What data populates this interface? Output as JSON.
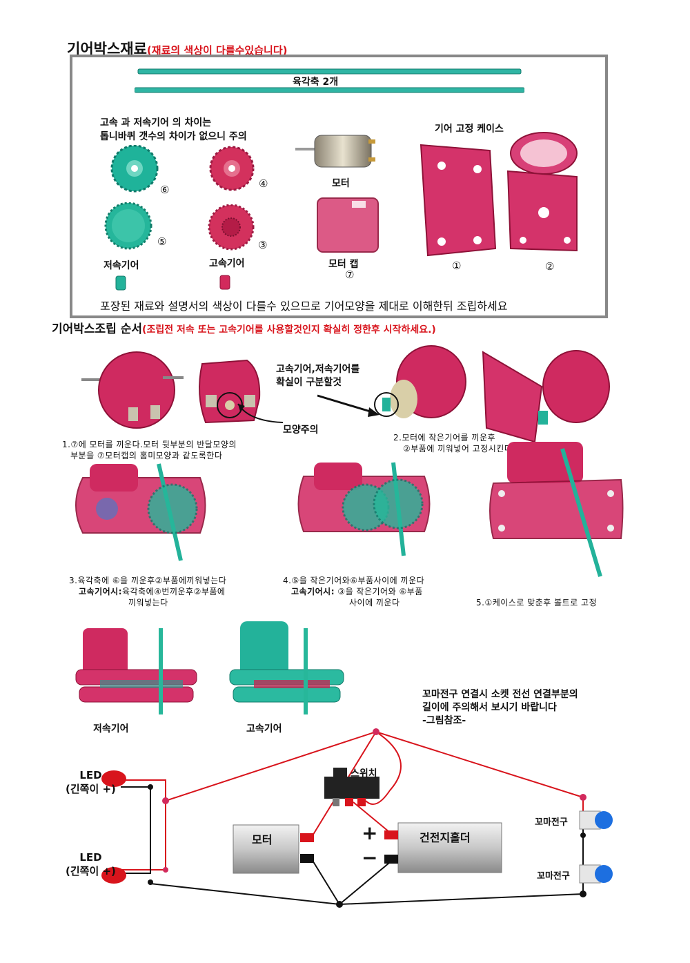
{
  "section1": {
    "title": "기어박스재료",
    "title_note": "(재료의 색상이 다를수있습니다)",
    "shaft_label": "육각축 2개",
    "diff_note_line1": "고속 과 저속기어 의 차이는",
    "diff_note_line2": "톱니바퀴 갯수의 차이가 없으니 주의",
    "motor_label": "모터",
    "case_label": "기어 고정 케이스",
    "low_gear_label": "저속기어",
    "high_gear_label": "고속기어",
    "motor_cap_label": "모터 캡",
    "num_1": "①",
    "num_2": "②",
    "num_3": "③",
    "num_4": "④",
    "num_5": "⑤",
    "num_6": "⑥",
    "num_7": "⑦",
    "footer_note": "포장된 재료와 설명서의 색상이 다를수 있으므로 기어모양을 제대로 이해한뒤 조립하세요"
  },
  "section2": {
    "title": "기어박스조립 순서",
    "title_note": "(조립전 저속 또는 고속기어를 사용할것인지 확실히 정한후 시작하세요.)",
    "shape_note": "모양주의",
    "distinguish_line1": "고속기어,저속기어를",
    "distinguish_line2": "확실이 구분할것",
    "step1_line1": "1.⑦에 모터를 끼운다.모터 뒷부분의 반달모양의",
    "step1_line2": "부분을 ⑦모터캡의 홈미모양과 같도록한다",
    "step2_line1": "2.모터에 작은기어를 끼운후",
    "step2_line2": "②부품에 끼워넣어 고정시킨다.",
    "step3_line1": "3.육각축에 ⑥을 끼운후②부품에끼워넣는다",
    "step3_bold": "고속기어시:",
    "step3_line2": "육각축에④번끼운후②부품에",
    "step3_line3": "끼워넣는다",
    "step4_line1": "4.⑤을 작은기어와⑥부품사이에 끼운다",
    "step4_bold": "고속기어시:",
    "step4_line2": " ③을 작은기어와 ⑥부품",
    "step4_line3": "사이에 끼운다",
    "step5": "5.①케이스로 맞춘후 볼트로 고정",
    "low_gear_caption": "저속기어",
    "high_gear_caption": "고속기어"
  },
  "circuit": {
    "note_line1": "꼬마전구 연결시 소켓 전선 연결부분의",
    "note_line2": "길이에 주의해서 보시기 바랍니다",
    "note_line3": "-그림참조-",
    "switch_label": "스위치",
    "led1_line1": "LED",
    "led1_line2": "(긴쪽이 +)",
    "led2_line1": "LED",
    "led2_line2": "(긴쪽이 +)",
    "motor_label": "모터",
    "battery_label": "건전지홀더",
    "plus": "+",
    "minus": "−",
    "bulb1_label": "꼬마전구",
    "bulb2_label": "꼬마전구"
  },
  "colors": {
    "accent_red": "#d8141c",
    "pink_part": "#d22a5c",
    "teal_part": "#27b79a",
    "frame_grey": "#888888"
  }
}
